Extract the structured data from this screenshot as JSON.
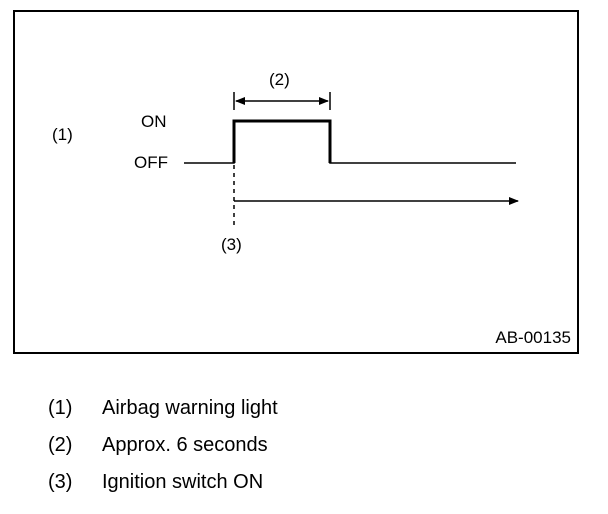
{
  "diagram": {
    "labels": {
      "callout_1": "(1)",
      "callout_2": "(2)",
      "callout_3": "(3)",
      "state_on": "ON",
      "state_off": "OFF"
    },
    "figure_id": "AB-00135"
  },
  "legend": {
    "items": [
      {
        "num": "(1)",
        "text": "Airbag warning light"
      },
      {
        "num": "(2)",
        "text": "Approx. 6 seconds"
      },
      {
        "num": "(3)",
        "text": "Ignition switch ON"
      }
    ]
  }
}
